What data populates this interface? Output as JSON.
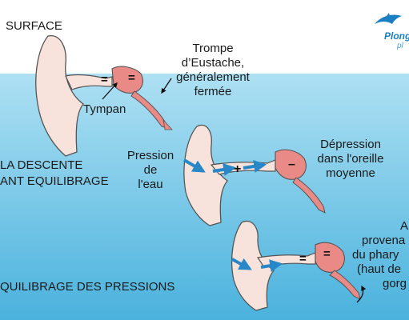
{
  "labels": {
    "surface": "SURFACE",
    "descent_line1": "LA DESCENTE",
    "descent_line2": "ANT EQUILIBRAGE",
    "equilibrage": "QUILIBRAGE DES PRESSIONS",
    "tympan": "Tympan",
    "eustache_line1": "Trompe",
    "eustache_line2": "d’Eustache,",
    "eustache_line3": "généralement",
    "eustache_line4": "fermée",
    "pression_line1": "Pression",
    "pression_line2": "de",
    "pression_line3": "l'eau",
    "depression_line1": "Dépression",
    "depression_line2": "dans l'oreille",
    "depression_line3": "moyenne",
    "air_line1": "A",
    "air_line2": "provena",
    "air_line3": "du phary",
    "air_line4": "(haut de",
    "air_line5": "gorg"
  },
  "symbols": {
    "equal": "=",
    "plus": "+",
    "minus": "–"
  },
  "logo": {
    "word": "Plong",
    "sub": "pl"
  },
  "colors": {
    "water_top": "#aee0f3",
    "water_bottom": "#4ab2dd",
    "skin": "#f7e3dc",
    "middle_ear": "#e98a87",
    "arrow": "#2787c7"
  }
}
